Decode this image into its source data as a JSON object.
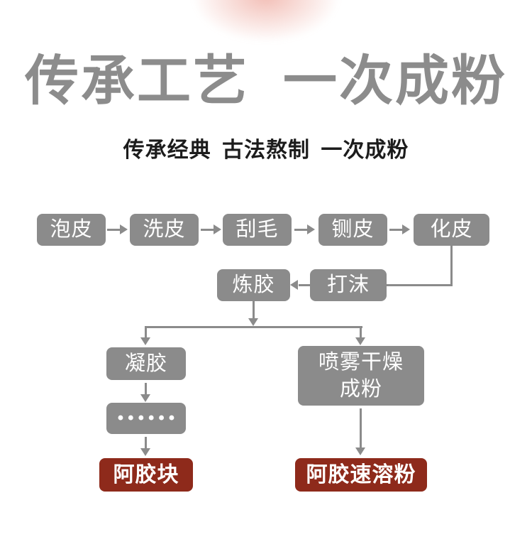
{
  "header": {
    "title": "传承工艺 一次成粉",
    "subtitle": "传承经典 古法熬制 一次成粉"
  },
  "flow": {
    "row1": [
      "泡皮",
      "洗皮",
      "刮毛",
      "铡皮",
      "化皮"
    ],
    "skim": "打沫",
    "refine": "炼胶",
    "left_branch": {
      "gel": "凝胶",
      "dots": "••••••",
      "product": "阿胶块"
    },
    "right_branch": {
      "spray_line1": "喷雾干燥",
      "spray_line2": "成粉",
      "product": "阿胶速溶粉"
    }
  },
  "colors": {
    "step_box": "#8b8b8b",
    "product_box": "#8e2a1b",
    "title_color": "#8c8c8c"
  }
}
